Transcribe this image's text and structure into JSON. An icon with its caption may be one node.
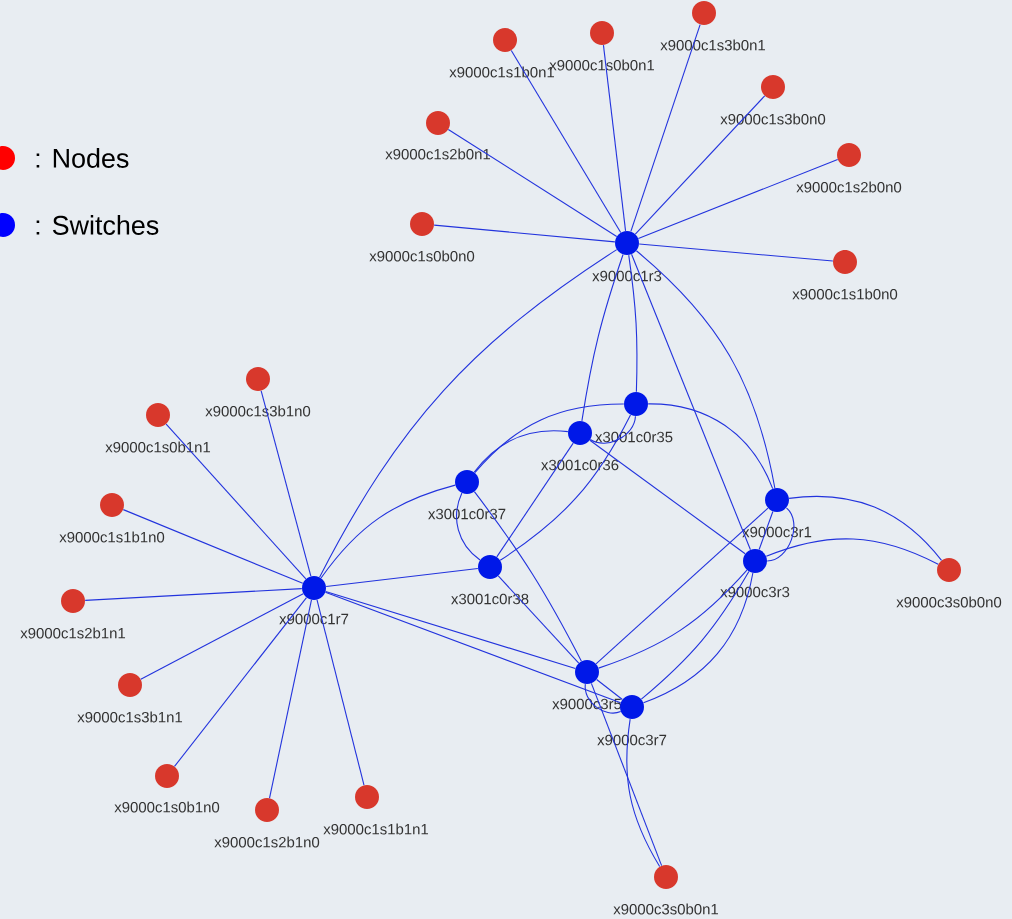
{
  "diagram": {
    "nodes": [
      {
        "text": [
          "x9000c1s3b0n1"
        ]
      },
      {
        "text": [
          "x9000c1s0b0n1"
        ]
      },
      {
        "text": [
          "x9000c1s1b0n1"
        ]
      },
      {
        "text": [
          "x9000c1s3b0n0"
        ]
      },
      {
        "text": [
          "x9000c1s2b0n1"
        ]
      },
      {
        "text": [
          "x9000c1s2b0n0"
        ]
      },
      {
        "text": [
          "x9000c1s0b0n0"
        ]
      },
      {
        "text": [
          "x9000c1r3"
        ]
      },
      {
        "text": [
          "x9000c1s1b0n0"
        ]
      },
      {
        "text": [
          "x9000c1s3b1n0"
        ]
      },
      {
        "text": [
          "x3001c0r35"
        ]
      },
      {
        "text": [
          "x9000c1s0b1n1"
        ]
      },
      {
        "text": [
          "x3001c0r36"
        ]
      },
      {
        "text": [
          "x3001c0r37"
        ]
      },
      {
        "text": [
          "x9000c3r1"
        ]
      },
      {
        "text": [
          "x9000c1s1b1n0"
        ]
      },
      {
        "text": [
          "x9000c3r3"
        ]
      },
      {
        "text": [
          "x3001c0r38"
        ]
      },
      {
        "text": [
          "x9000c3s0b0n0"
        ]
      },
      {
        "text": [
          "x9000c1r7"
        ]
      },
      {
        "text": [
          "x9000c1s2b1n1"
        ]
      },
      {
        "text": [
          "x9000c3r5"
        ]
      },
      {
        "text": [
          "x9000c1s3b1n1"
        ]
      },
      {
        "text": [
          "x9000c3r7"
        ]
      },
      {
        "text": [
          "x9000c1s0b1n0"
        ]
      },
      {
        "text": [
          "x9000c1s1b1n1"
        ]
      },
      {
        "text": [
          "x9000c1s2b1n0"
        ]
      },
      {
        "text": [
          "x9000c3s0b0n1"
        ]
      }
    ],
    "edges": [
      {
        "from": 7,
        "to": 0,
        "arrow": "none"
      },
      {
        "from": 7,
        "to": 1,
        "arrow": "none"
      },
      {
        "from": 7,
        "to": 2,
        "arrow": "none"
      },
      {
        "from": 7,
        "to": 3,
        "arrow": "none"
      },
      {
        "from": 7,
        "to": 4,
        "arrow": "none"
      },
      {
        "from": 7,
        "to": 5,
        "arrow": "none"
      },
      {
        "from": 7,
        "to": 6,
        "arrow": "none"
      },
      {
        "from": 7,
        "to": 8,
        "arrow": "none"
      },
      {
        "from": 19,
        "to": 9,
        "arrow": "none"
      },
      {
        "from": 19,
        "to": 11,
        "arrow": "none"
      },
      {
        "from": 19,
        "to": 15,
        "arrow": "none"
      },
      {
        "from": 19,
        "to": 20,
        "arrow": "none"
      },
      {
        "from": 19,
        "to": 22,
        "arrow": "none"
      },
      {
        "from": 19,
        "to": 24,
        "arrow": "none"
      },
      {
        "from": 19,
        "to": 25,
        "arrow": "none"
      },
      {
        "from": 19,
        "to": 26,
        "arrow": "none"
      },
      {
        "from": 7,
        "to": 19,
        "arrow": "none"
      },
      {
        "from": 7,
        "to": 12,
        "arrow": "none"
      },
      {
        "from": 7,
        "to": 10,
        "arrow": "none"
      },
      {
        "from": 7,
        "to": 14,
        "arrow": "none"
      },
      {
        "from": 7,
        "to": 16,
        "arrow": "none"
      },
      {
        "from": 19,
        "to": 13,
        "arrow": "none"
      },
      {
        "from": 19,
        "to": 17,
        "arrow": "none"
      },
      {
        "from": 19,
        "to": 21,
        "arrow": "none"
      },
      {
        "from": 19,
        "to": 23,
        "arrow": "none"
      },
      {
        "from": 13,
        "to": 12,
        "arrow": "none"
      },
      {
        "from": 13,
        "to": 10,
        "arrow": "none"
      },
      {
        "from": 13,
        "to": 17,
        "arrow": "none"
      },
      {
        "from": 13,
        "to": 21,
        "arrow": "none"
      },
      {
        "from": 17,
        "to": 12,
        "arrow": "none"
      },
      {
        "from": 17,
        "to": 10,
        "arrow": "none"
      },
      {
        "from": 17,
        "to": 21,
        "arrow": "none"
      },
      {
        "from": 12,
        "to": 16,
        "arrow": "none"
      },
      {
        "from": 12,
        "to": 10,
        "arrow": "none"
      },
      {
        "from": 10,
        "to": 14,
        "arrow": "none"
      },
      {
        "from": 14,
        "to": 16,
        "arrow": "none"
      },
      {
        "from": 14,
        "to": 16,
        "arrow": "none"
      },
      {
        "from": 14,
        "to": 18,
        "arrow": "none"
      },
      {
        "from": 14,
        "to": 21,
        "arrow": "none"
      },
      {
        "from": 16,
        "to": 18,
        "arrow": "none"
      },
      {
        "from": 16,
        "to": 21,
        "arrow": "none"
      },
      {
        "from": 16,
        "to": 23,
        "arrow": "none"
      },
      {
        "from": 16,
        "to": 23,
        "arrow": "none"
      },
      {
        "from": 21,
        "to": 23,
        "arrow": "none"
      },
      {
        "from": 21,
        "to": 23,
        "arrow": "none"
      },
      {
        "from": 21,
        "to": 27,
        "arrow": "none"
      },
      {
        "from": 23,
        "to": 27,
        "arrow": "none"
      }
    ],
    "legend": [
      {
        "text": ": Nodes",
        "color": "#ff0000"
      },
      {
        "text": ": Switches",
        "color": "#0000ff"
      }
    ]
  }
}
